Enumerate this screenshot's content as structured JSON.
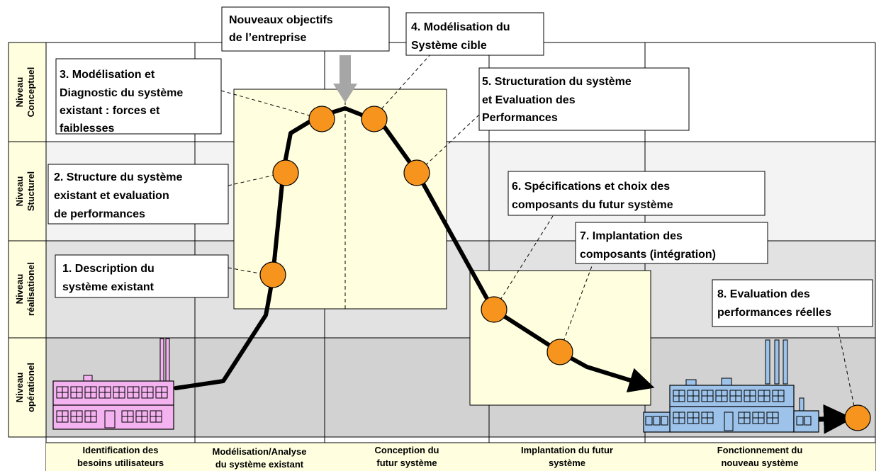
{
  "levels": [
    {
      "line1": "Niveau",
      "line2": "Conceptuel"
    },
    {
      "line1": "Niveau",
      "line2": "Stucturel"
    },
    {
      "line1": "Niveau",
      "line2": "réalisationel"
    },
    {
      "line1": "Niveau",
      "line2": "opérationel"
    }
  ],
  "phases": [
    {
      "line1": "Identification des",
      "line2": "besoins utilisateurs"
    },
    {
      "line1": "Modélisation/Analyse",
      "line2": "du système existant"
    },
    {
      "line1": "Conception du",
      "line2": "futur système"
    },
    {
      "line1": "Implantation du futur",
      "line2": "système"
    },
    {
      "line1": "Fonctionnement du",
      "line2": "nouveau système"
    }
  ],
  "objectives": {
    "line1": "Nouveaux objectifs",
    "line2": "de l’entreprise"
  },
  "steps": [
    {
      "lines": [
        "1. Description du",
        "système existant"
      ]
    },
    {
      "lines": [
        "2. Structure du système",
        "existant et evaluation",
        "de performances"
      ]
    },
    {
      "lines": [
        "3. Modélisation et",
        "Diagnostic du système",
        "existant : forces et",
        "faiblesses"
      ]
    },
    {
      "lines": [
        "4. Modélisation du",
        "Système cible"
      ]
    },
    {
      "lines": [
        "5. Structuration du système",
        "et Evaluation des",
        "Performances"
      ]
    },
    {
      "lines": [
        "6. Spécifications et choix des",
        "composants du futur système"
      ]
    },
    {
      "lines": [
        "7. Implantation des",
        "composants (intégration)"
      ]
    },
    {
      "lines": [
        "8. Evaluation des",
        "performances réelles"
      ]
    }
  ],
  "colors": {
    "node": "#f7941d",
    "highlight": "#ffffe0",
    "old_factory": "#f4b3f0",
    "new_factory": "#9ec3ea"
  }
}
